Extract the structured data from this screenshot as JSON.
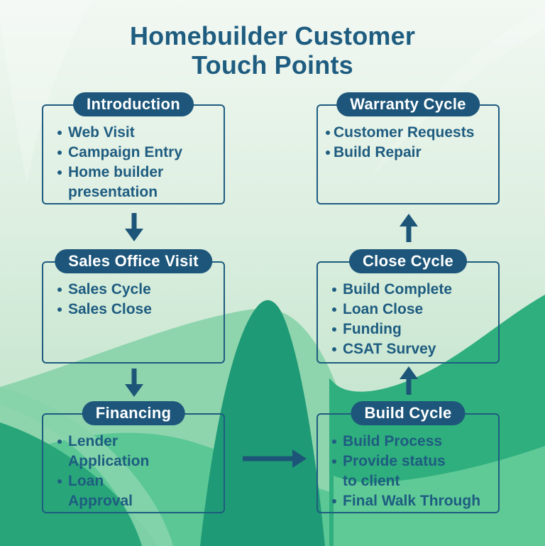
{
  "title": {
    "line1": "Homebuilder Customer",
    "line2": "Touch Points"
  },
  "nodes": [
    {
      "id": "introduction",
      "label": "Introduction",
      "items": [
        "Web Visit",
        "Campaign Entry",
        "Home builder\npresentation"
      ]
    },
    {
      "id": "warranty-cycle",
      "label": "Warranty Cycle",
      "items": [
        "Customer Requests",
        "Build Repair"
      ]
    },
    {
      "id": "sales-office-visit",
      "label": "Sales Office Visit",
      "items": [
        "Sales Cycle",
        "Sales Close"
      ]
    },
    {
      "id": "close-cycle",
      "label": "Close Cycle",
      "items": [
        "Build Complete",
        "Loan Close",
        "Funding",
        "CSAT Survey"
      ]
    },
    {
      "id": "financing",
      "label": "Financing",
      "items": [
        "Lender\nApplication",
        "Loan\nApproval"
      ]
    },
    {
      "id": "build-cycle",
      "label": "Build Cycle",
      "items": [
        "Build Process",
        "Provide status\nto client",
        "Final Walk Through"
      ]
    }
  ],
  "arrows": [
    {
      "from": "introduction",
      "to": "sales-office-visit",
      "direction": "down"
    },
    {
      "from": "sales-office-visit",
      "to": "financing",
      "direction": "down"
    },
    {
      "from": "financing",
      "to": "build-cycle",
      "direction": "right"
    },
    {
      "from": "build-cycle",
      "to": "close-cycle",
      "direction": "up"
    },
    {
      "from": "close-cycle",
      "to": "warranty-cycle",
      "direction": "up"
    }
  ],
  "colors": {
    "ink": "#1e5c80",
    "pill": "#1d567a",
    "arrow": "#1d5578",
    "bg-top": "#f2f8f2",
    "bg-mid": "#ddefe1",
    "bg-low": "#c2e4cc",
    "wave-light": "#8ed5ad",
    "wave-mid": "#57c694",
    "wave-dark": "#1f9a76",
    "wave-right": "#2fae7e",
    "wave-soft": "#5fca96",
    "corner-dark": "#28a67a",
    "sweep-light": "#86d4ab"
  }
}
